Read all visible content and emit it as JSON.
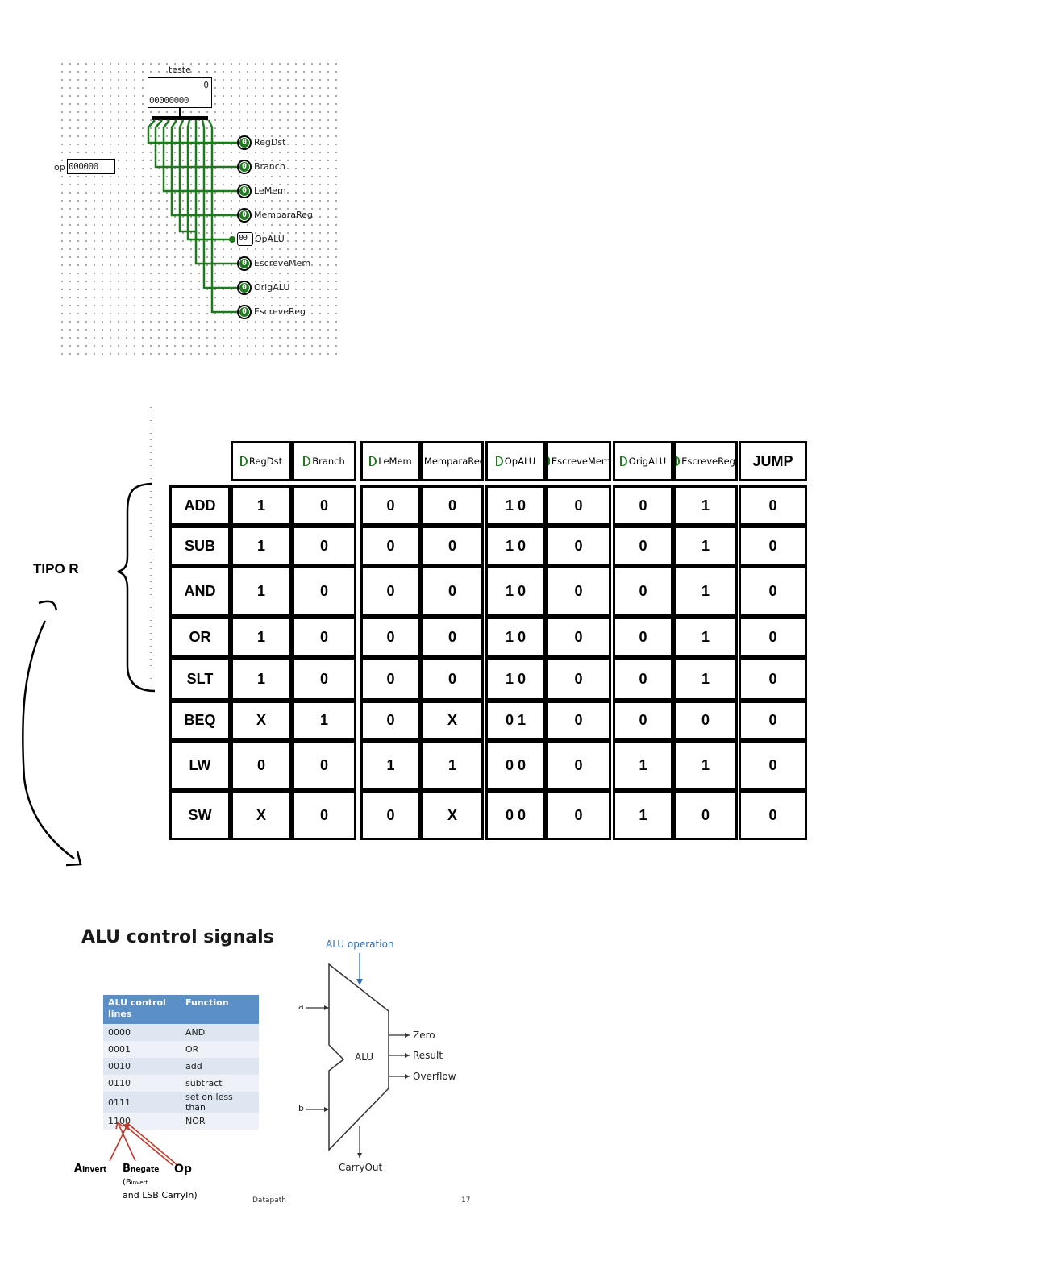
{
  "circuit": {
    "title": "teste",
    "register": {
      "top_value": "0",
      "bits": "00000000"
    },
    "input": {
      "label": "op",
      "value": "000000"
    },
    "outputs": [
      {
        "label": "RegDst",
        "value": "0"
      },
      {
        "label": "Branch",
        "value": "0"
      },
      {
        "label": "LeMem",
        "value": "0"
      },
      {
        "label": "MemparaReg",
        "value": "0"
      },
      {
        "label": "OpALU",
        "value": "00"
      },
      {
        "label": "EscreveMem",
        "value": "0"
      },
      {
        "label": "OrigALU",
        "value": "0"
      },
      {
        "label": "EscreveReg",
        "value": "0"
      }
    ],
    "wire_color": "#1d7a1d"
  },
  "truth_table": {
    "group_label": "TIPO R",
    "headers": [
      "RegDst",
      "Branch",
      "LeMem",
      "MemparaReg",
      "OpALU",
      "EscreveMem",
      "OrigALU",
      "EscreveReg",
      "JUMP"
    ],
    "rows": [
      {
        "instr": "ADD",
        "values": [
          "1",
          "0",
          "0",
          "0",
          "1 0",
          "0",
          "0",
          "1",
          "0"
        ]
      },
      {
        "instr": "SUB",
        "values": [
          "1",
          "0",
          "0",
          "0",
          "1 0",
          "0",
          "0",
          "1",
          "0"
        ]
      },
      {
        "instr": "AND",
        "values": [
          "1",
          "0",
          "0",
          "0",
          "1 0",
          "0",
          "0",
          "1",
          "0"
        ]
      },
      {
        "instr": "OR",
        "values": [
          "1",
          "0",
          "0",
          "0",
          "1 0",
          "0",
          "0",
          "1",
          "0"
        ]
      },
      {
        "instr": "SLT",
        "values": [
          "1",
          "0",
          "0",
          "0",
          "1 0",
          "0",
          "0",
          "1",
          "0"
        ]
      },
      {
        "instr": "BEQ",
        "values": [
          "X",
          "1",
          "0",
          "X",
          "0 1",
          "0",
          "0",
          "0",
          "0"
        ]
      },
      {
        "instr": "LW",
        "values": [
          "0",
          "0",
          "1",
          "1",
          "0 0",
          "0",
          "1",
          "1",
          "0"
        ]
      },
      {
        "instr": "SW",
        "values": [
          "X",
          "0",
          "0",
          "X",
          "0 0",
          "0",
          "1",
          "0",
          "0"
        ]
      }
    ]
  },
  "alu_slide": {
    "title": "ALU control signals",
    "table_headers": [
      "ALU control lines",
      "Function"
    ],
    "table_rows": [
      [
        "0000",
        "AND"
      ],
      [
        "0001",
        "OR"
      ],
      [
        "0010",
        "add"
      ],
      [
        "0110",
        "subtract"
      ],
      [
        "0111",
        "set on less than"
      ],
      [
        "1100",
        "NOR"
      ]
    ],
    "annotations": {
      "a_invert_main": "A",
      "a_invert_sub": "invert",
      "b_negate_main": "B",
      "b_negate_sub": "negate",
      "op": "Op",
      "note_line1_main": "(B",
      "note_line1_sub": "invert",
      "note_line2": "and LSB CarryIn)"
    },
    "arrow_color": "#c0392b",
    "diagram": {
      "operation_label": "ALU operation",
      "input_a": "a",
      "input_b": "b",
      "center": "ALU",
      "outputs": [
        "Zero",
        "Result",
        "Overflow"
      ],
      "carry_out": "CarryOut",
      "label_color": "#2e6db4"
    },
    "footer_center": "Datapath",
    "footer_right": "17"
  }
}
